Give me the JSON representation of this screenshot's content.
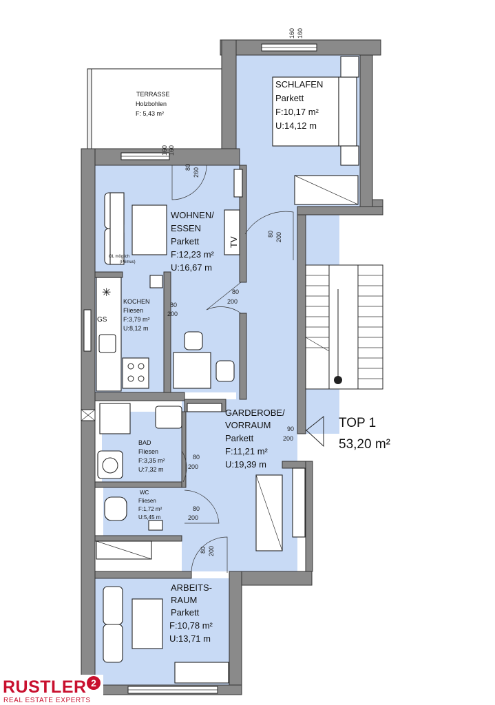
{
  "rooms": {
    "terrasse": {
      "name": "TERRASSE",
      "floor": "Holzbohlen",
      "area": "F: 5,43 m²"
    },
    "schlafen": {
      "name": "SCHLAFEN",
      "floor": "Parkett",
      "area": "F:10,17 m²",
      "perimeter": "U:14,12 m"
    },
    "wohnen": {
      "name1": "WOHNEN/",
      "name2": "ESSEN",
      "floor": "Parkett",
      "area": "F:12,23 m²",
      "perimeter": "U:16,67 m"
    },
    "kochen": {
      "name": "KOCHEN",
      "floor": "Fliesen",
      "area": "F:3,79 m²",
      "perimeter": "U:8,12 m"
    },
    "bad": {
      "name": "BAD",
      "floor": "Fliesen",
      "area": "F:3,35 m²",
      "perimeter": "U:7,32 m"
    },
    "wc": {
      "name": "WC",
      "floor": "Fliesen",
      "area": "F:1,72 m²",
      "perimeter": "U:5,45 m"
    },
    "garderobe": {
      "name1": "GARDEROBE/",
      "name2": "VORRAUM",
      "floor": "Parkett",
      "area": "F:11,21 m²",
      "perimeter": "U:19,39 m"
    },
    "arbeitsraum": {
      "name1": "ARBEITS-",
      "name2": "RAUM",
      "floor": "Parkett",
      "area": "F:10,78 m²",
      "perimeter": "U:13,71 m"
    }
  },
  "unit": {
    "name": "TOP 1",
    "area": "53,20 m²"
  },
  "dims": {
    "d160": "160",
    "d80": "80",
    "d200": "200",
    "d260": "260",
    "d90": "90"
  },
  "labels": {
    "tv": "TV",
    "gs": "GS",
    "ol1": "OL möglich",
    "ol2": "(Primus)"
  },
  "logo": {
    "name": "RUSTLER",
    "mark": "2",
    "sub": "REAL ESTATE EXPERTS"
  },
  "colors": {
    "floor": "#c8daf5",
    "wall": "#8a8a8a",
    "brand": "#c8102e"
  }
}
